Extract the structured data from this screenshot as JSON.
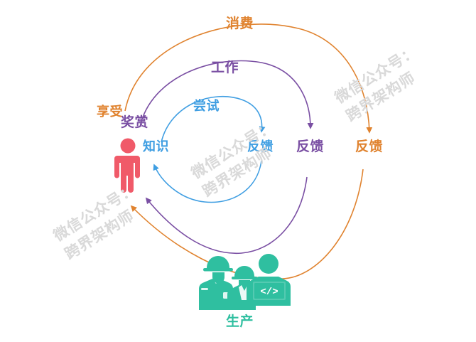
{
  "diagram": {
    "title_text": "",
    "colors": {
      "orange": "#e0832f",
      "purple": "#7a4fa3",
      "blue": "#3f9ee2",
      "teal": "#2fbfa0",
      "person_red": "#f05a69",
      "watermark_gray": "#d9d9d9"
    },
    "actors": {
      "consumer_label": "",
      "producer_label": "生产"
    },
    "loops": [
      {
        "id": "outer",
        "color": "#e0832f",
        "outbound_label": "消费",
        "return_label": "反馈",
        "gain_label": "享受"
      },
      {
        "id": "middle",
        "color": "#7a4fa3",
        "outbound_label": "工作",
        "return_label": "反馈",
        "gain_label": "奖赏"
      },
      {
        "id": "inner",
        "color": "#3f9ee2",
        "outbound_label": "尝试",
        "return_label": "反馈",
        "gain_label": "知识"
      }
    ],
    "watermark": {
      "line1": "微信公众号：",
      "line2": "跨界架构师",
      "text": "微信公众号：\n跨界架构师"
    }
  }
}
